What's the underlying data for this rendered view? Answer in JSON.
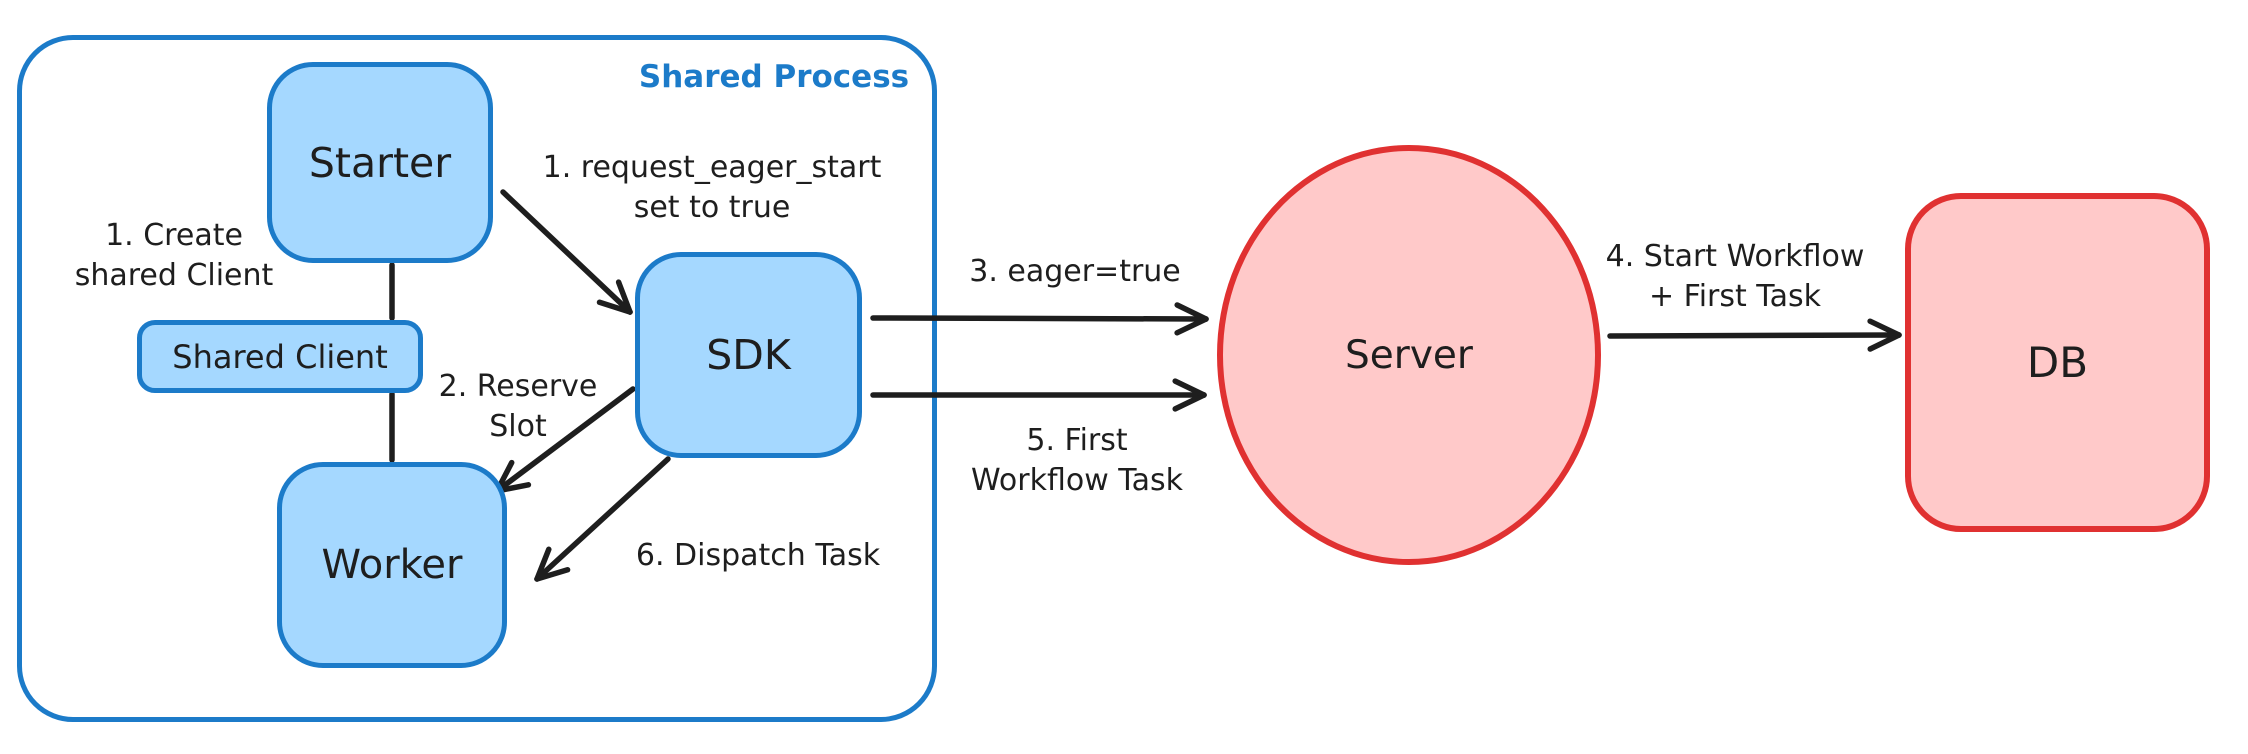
{
  "diagram": {
    "container": {
      "label": "Shared Process"
    },
    "nodes": {
      "starter": "Starter",
      "shared_client": "Shared Client",
      "worker": "Worker",
      "sdk": "SDK",
      "server": "Server",
      "db": "DB"
    },
    "annotations": {
      "create_shared_client": "1. Create\nshared Client",
      "request_eager_start": "1. request_eager_start\nset to true",
      "reserve_slot": "2. Reserve\nSlot",
      "eager_true": "3. eager=true",
      "start_workflow_first_task": "4. Start Workflow\n+ First Task",
      "first_workflow_task": "5. First\nWorkflow Task",
      "dispatch_task": "6. Dispatch Task"
    },
    "colors": {
      "blue_stroke": "#1c7bc9",
      "blue_fill": "#a5d8ff",
      "red_stroke": "#e03131",
      "red_fill": "#ffc9c9",
      "ink": "#1e1e1e"
    }
  }
}
